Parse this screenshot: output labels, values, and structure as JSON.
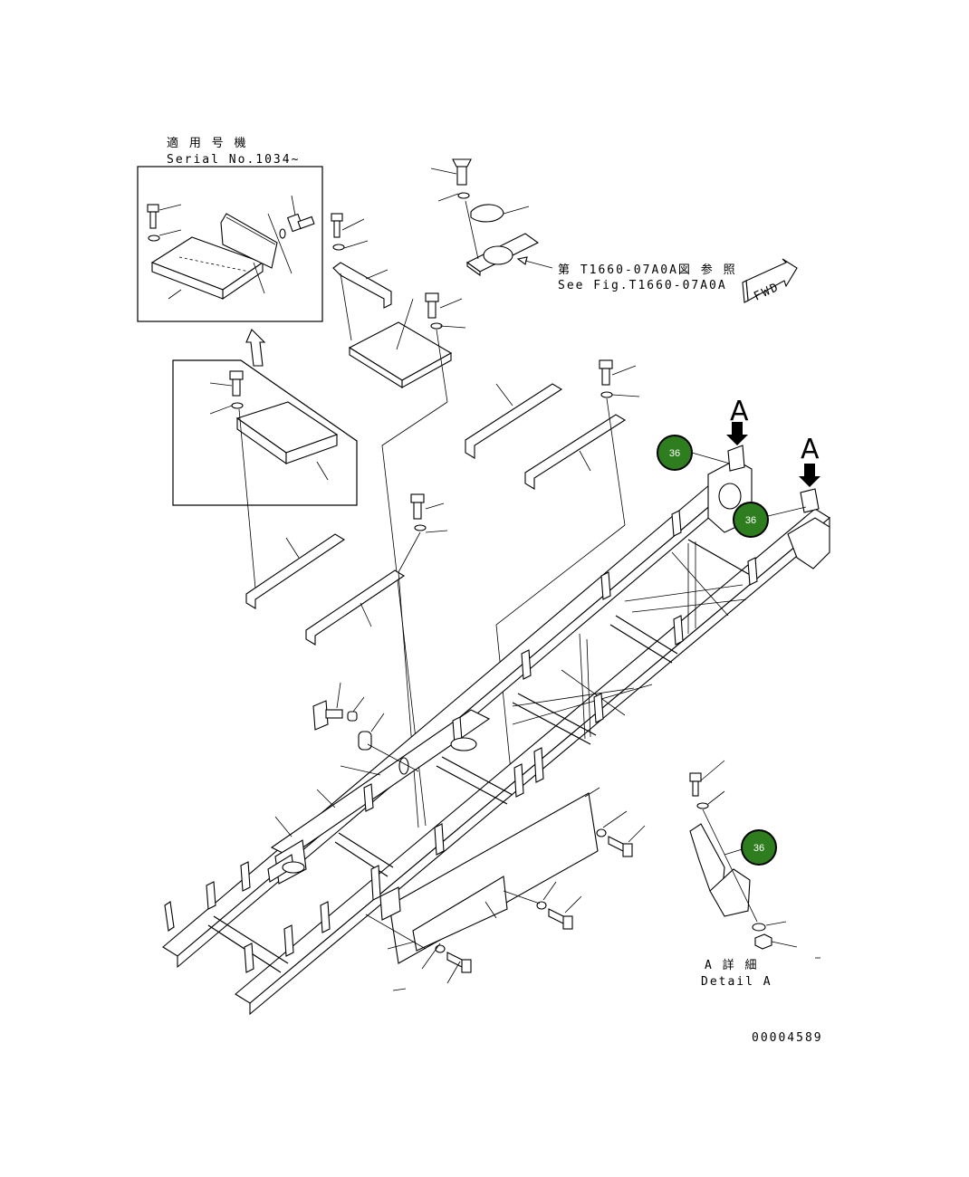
{
  "inset_top": {
    "serial_jp": "適 用 号 機",
    "serial_en": "Serial No.1034~"
  },
  "reference": {
    "jp": "第 T1660-07A0A図 参 照",
    "en": "See Fig.T1660-07A0A"
  },
  "fwd_label": "FWD",
  "view_markers": [
    "A",
    "A"
  ],
  "detail": {
    "jp": "A 詳 細",
    "en": "Detail A"
  },
  "callouts": [
    {
      "label": "36",
      "color": "#2e7d1e"
    },
    {
      "label": "36",
      "color": "#2e7d1e"
    },
    {
      "label": "36",
      "color": "#2e7d1e"
    }
  ],
  "figure_number": "00004589"
}
